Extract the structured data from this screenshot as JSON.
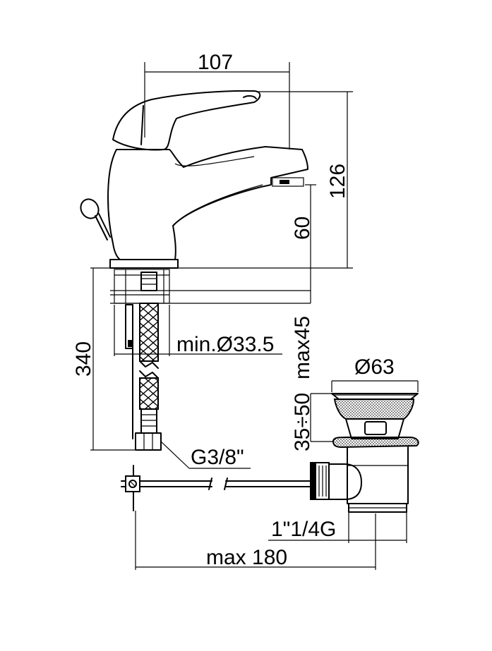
{
  "dimensions": {
    "spout_reach": "107",
    "total_height": "126",
    "spout_height": "60",
    "hose_length": "340",
    "mounting_hole": "min.Ø33.5",
    "deck_thickness": "max45",
    "waste_diameter": "Ø63",
    "waste_adjust": "35÷50",
    "hose_connection": "G3/8\"",
    "waste_thread": "1\"1/4G",
    "rod_reach": "max 180"
  }
}
